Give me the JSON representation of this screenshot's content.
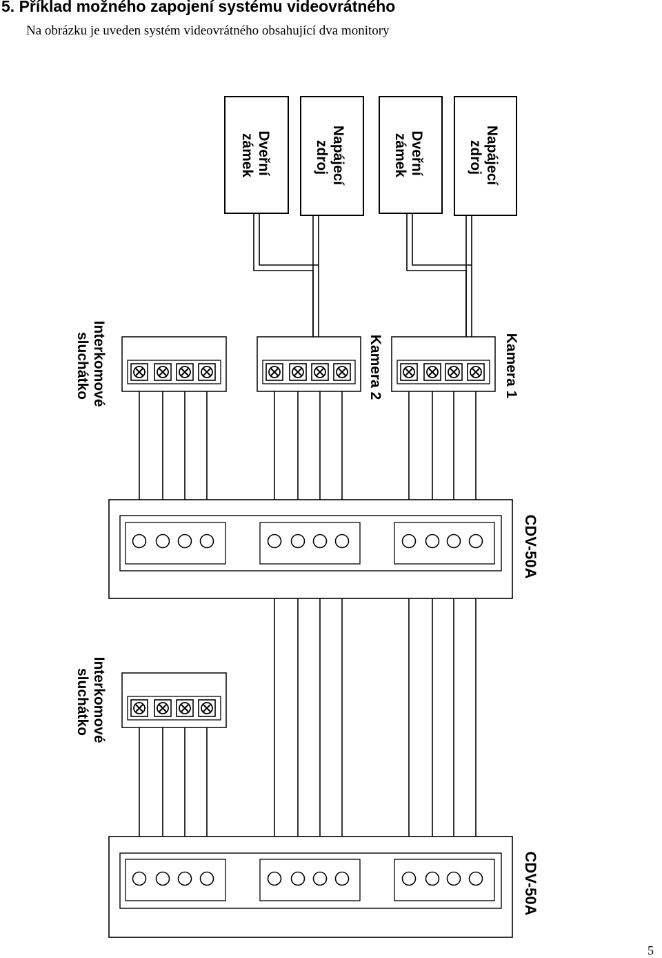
{
  "header": {
    "title": "5.  Příklad možného zapojení systému videovrátného",
    "subtitle": "Na obrázku je uveden systém videovrátného obsahující dva monitory"
  },
  "page_number": "5",
  "diagram": {
    "supply_boxes": [
      {
        "line1": "Dveřní",
        "line2": "zámek"
      },
      {
        "line1": "Napájecí",
        "line2": "zdroj"
      },
      {
        "line1": "Dveřní",
        "line2": "zámek"
      },
      {
        "line1": "Napájecí",
        "line2": "zdroj"
      }
    ],
    "terminal_blocks": [
      {
        "label1": "Interkomové",
        "label2": "sluchátko"
      },
      {
        "label1": "Kamera 2",
        "label2": ""
      },
      {
        "label1": "Kamera 1",
        "label2": ""
      },
      {
        "label1": "Interkomové",
        "label2": "sluchátko"
      }
    ],
    "monitors": [
      {
        "label": "CDV-50A"
      },
      {
        "label": "CDV-50A"
      }
    ]
  }
}
